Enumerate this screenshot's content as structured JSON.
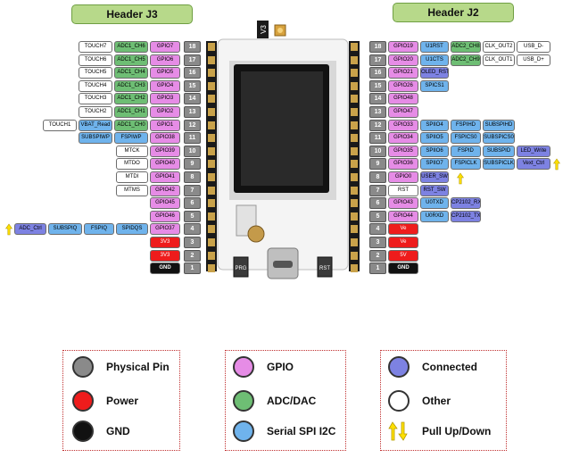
{
  "headers": {
    "left": "Header J3",
    "right": "Header J2"
  },
  "colors": {
    "gpio": "#e68ce6",
    "adc": "#6ebe74",
    "comm": "#6fb3ec",
    "power": "#ee1c1c",
    "gnd": "#111111",
    "other": "#ffffff",
    "connected": "#7d82e2",
    "physical_pin": "#8a8a8a",
    "pullup": "#ffe000"
  },
  "board": {
    "version": "V3",
    "button_label": "PRG",
    "reset_label": "RST"
  },
  "left_rows": [
    {
      "pin": "18",
      "labels": [
        {
          "text": "TOUCH7",
          "type": "other"
        },
        {
          "text": "ADC1_CH6",
          "type": "adc"
        },
        {
          "text": "GPIO7",
          "type": "gpio"
        }
      ]
    },
    {
      "pin": "17",
      "labels": [
        {
          "text": "TOUCH6",
          "type": "other"
        },
        {
          "text": "ADC1_CH5",
          "type": "adc"
        },
        {
          "text": "GPIO6",
          "type": "gpio"
        }
      ]
    },
    {
      "pin": "16",
      "labels": [
        {
          "text": "TOUCH5",
          "type": "other"
        },
        {
          "text": "ADC1_CH4",
          "type": "adc"
        },
        {
          "text": "GPIO5",
          "type": "gpio"
        }
      ]
    },
    {
      "pin": "15",
      "labels": [
        {
          "text": "TOUCH4",
          "type": "other"
        },
        {
          "text": "ADC1_CH3",
          "type": "adc"
        },
        {
          "text": "GPIO4",
          "type": "gpio"
        }
      ]
    },
    {
      "pin": "14",
      "labels": [
        {
          "text": "TOUCH3",
          "type": "other"
        },
        {
          "text": "ADC1_CH2",
          "type": "adc"
        },
        {
          "text": "GPIO3",
          "type": "gpio"
        }
      ]
    },
    {
      "pin": "13",
      "labels": [
        {
          "text": "TOUCH2",
          "type": "other"
        },
        {
          "text": "ADC1_CH1",
          "type": "adc"
        },
        {
          "text": "GPIO2",
          "type": "gpio"
        }
      ]
    },
    {
      "pin": "12",
      "labels": [
        {
          "text": "TOUCH1",
          "type": "other"
        },
        {
          "text": "VBAT_Read",
          "type": "comm"
        },
        {
          "text": "ADC1_CH0",
          "type": "adc"
        },
        {
          "text": "GPIO1",
          "type": "gpio"
        }
      ]
    },
    {
      "pin": "11",
      "labels": [
        {
          "text": "SUBSPIWP",
          "type": "comm"
        },
        {
          "text": "FSPIWP",
          "type": "comm"
        },
        {
          "text": "GPIO38",
          "type": "gpio"
        }
      ]
    },
    {
      "pin": "10",
      "labels": [
        {
          "text": "MTCK",
          "type": "other"
        },
        {
          "text": "GPIO39",
          "type": "gpio"
        }
      ]
    },
    {
      "pin": "9",
      "labels": [
        {
          "text": "MTDO",
          "type": "other"
        },
        {
          "text": "GPIO40",
          "type": "gpio"
        }
      ]
    },
    {
      "pin": "8",
      "labels": [
        {
          "text": "MTDI",
          "type": "other"
        },
        {
          "text": "GPIO41",
          "type": "gpio"
        }
      ]
    },
    {
      "pin": "7",
      "labels": [
        {
          "text": "MTMS",
          "type": "other"
        },
        {
          "text": "GPIO42",
          "type": "gpio"
        }
      ]
    },
    {
      "pin": "6",
      "labels": [
        {
          "text": "GPIO45",
          "type": "gpio"
        }
      ]
    },
    {
      "pin": "5",
      "labels": [
        {
          "text": "GPIO46",
          "type": "gpio"
        }
      ]
    },
    {
      "pin": "4",
      "labels": [
        {
          "text": "ADC_Ctrl",
          "type": "connected"
        },
        {
          "text": "SUBSPIQ",
          "type": "comm"
        },
        {
          "text": "FSPIQ",
          "type": "comm"
        },
        {
          "text": "SPIDQS",
          "type": "comm"
        },
        {
          "text": "GPIO37",
          "type": "gpio"
        }
      ]
    },
    {
      "pin": "3",
      "labels": [
        {
          "text": "3V3",
          "type": "power"
        }
      ]
    },
    {
      "pin": "2",
      "labels": [
        {
          "text": "3V3",
          "type": "power"
        }
      ]
    },
    {
      "pin": "1",
      "labels": [
        {
          "text": "GND",
          "type": "gnd"
        }
      ]
    }
  ],
  "right_rows": [
    {
      "pin": "18",
      "labels": [
        {
          "text": "GPIO19",
          "type": "gpio"
        },
        {
          "text": "U1RST",
          "type": "comm"
        },
        {
          "text": "ADC2_CH8",
          "type": "adc"
        },
        {
          "text": "CLK_OUT2",
          "type": "other"
        },
        {
          "text": "USB_D-",
          "type": "other"
        }
      ]
    },
    {
      "pin": "17",
      "labels": [
        {
          "text": "GPIO20",
          "type": "gpio"
        },
        {
          "text": "U1CTS",
          "type": "comm"
        },
        {
          "text": "ADC2_CH9",
          "type": "adc"
        },
        {
          "text": "CLK_OUT1",
          "type": "other"
        },
        {
          "text": "USB_D+",
          "type": "other"
        }
      ]
    },
    {
      "pin": "16",
      "labels": [
        {
          "text": "GPIO21",
          "type": "gpio"
        },
        {
          "text": "OLED_RST",
          "type": "connected"
        }
      ]
    },
    {
      "pin": "15",
      "labels": [
        {
          "text": "GPIO26",
          "type": "gpio"
        },
        {
          "text": "SPICS1",
          "type": "comm"
        }
      ]
    },
    {
      "pin": "14",
      "labels": [
        {
          "text": "GPIO48",
          "type": "gpio"
        }
      ]
    },
    {
      "pin": "13",
      "labels": [
        {
          "text": "GPIO47",
          "type": "gpio"
        }
      ]
    },
    {
      "pin": "12",
      "labels": [
        {
          "text": "GPIO33",
          "type": "gpio"
        },
        {
          "text": "SPIIO4",
          "type": "comm"
        },
        {
          "text": "FSPIHD",
          "type": "comm"
        },
        {
          "text": "SUBSPIHD",
          "type": "comm"
        }
      ]
    },
    {
      "pin": "11",
      "labels": [
        {
          "text": "GPIO34",
          "type": "gpio"
        },
        {
          "text": "SPIIO5",
          "type": "comm"
        },
        {
          "text": "FSPICS0",
          "type": "comm"
        },
        {
          "text": "SUBSPICS0",
          "type": "comm"
        }
      ]
    },
    {
      "pin": "10",
      "labels": [
        {
          "text": "GPIO35",
          "type": "gpio"
        },
        {
          "text": "SPIIO6",
          "type": "comm"
        },
        {
          "text": "FSPID",
          "type": "comm"
        },
        {
          "text": "SUBSPID",
          "type": "comm"
        },
        {
          "text": "LED_Write",
          "type": "connected"
        }
      ]
    },
    {
      "pin": "9",
      "labels": [
        {
          "text": "GPIO36",
          "type": "gpio"
        },
        {
          "text": "SPIIO7",
          "type": "comm"
        },
        {
          "text": "FSPICLK",
          "type": "comm"
        },
        {
          "text": "SUBSPICLK",
          "type": "comm"
        },
        {
          "text": "Vext_Ctrl",
          "type": "connected"
        }
      ]
    },
    {
      "pin": "8",
      "labels": [
        {
          "text": "GPIO0",
          "type": "gpio"
        },
        {
          "text": "USER_SW",
          "type": "connected"
        }
      ]
    },
    {
      "pin": "7",
      "labels": [
        {
          "text": "RST",
          "type": "other"
        },
        {
          "text": "RST_SW",
          "type": "connected"
        }
      ]
    },
    {
      "pin": "6",
      "labels": [
        {
          "text": "GPIO43",
          "type": "gpio"
        },
        {
          "text": "U0TXD",
          "type": "comm"
        },
        {
          "text": "CP2102_RX",
          "type": "connected"
        }
      ]
    },
    {
      "pin": "5",
      "labels": [
        {
          "text": "GPIO44",
          "type": "gpio"
        },
        {
          "text": "U0RXD",
          "type": "comm"
        },
        {
          "text": "CP2102_TX",
          "type": "connected"
        }
      ]
    },
    {
      "pin": "4",
      "labels": [
        {
          "text": "Ve",
          "type": "power"
        }
      ]
    },
    {
      "pin": "3",
      "labels": [
        {
          "text": "Ve",
          "type": "power"
        }
      ]
    },
    {
      "pin": "2",
      "labels": [
        {
          "text": "5V",
          "type": "power"
        }
      ]
    },
    {
      "pin": "1",
      "labels": [
        {
          "text": "GND",
          "type": "gnd"
        }
      ]
    }
  ],
  "legend": [
    {
      "label": "Physical Pin",
      "swatch": "physical_pin"
    },
    {
      "label": "Power",
      "swatch": "power"
    },
    {
      "label": "GND",
      "swatch": "gnd"
    },
    {
      "label": "GPIO",
      "swatch": "gpio"
    },
    {
      "label": "ADC/DAC",
      "swatch": "adc"
    },
    {
      "label": "Serial SPI I2C",
      "swatch": "comm"
    },
    {
      "label": "Connected",
      "swatch": "connected"
    },
    {
      "label": "Other",
      "swatch": "other"
    },
    {
      "label": "Pull Up/Down",
      "swatch": "pullup"
    }
  ]
}
